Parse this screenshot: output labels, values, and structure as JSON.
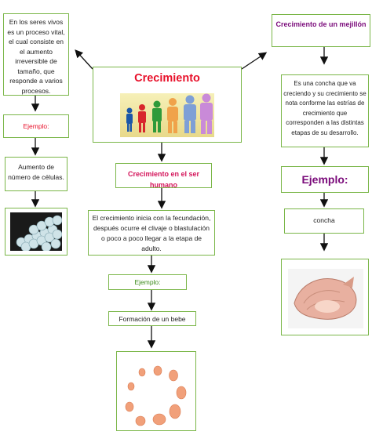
{
  "diagram": {
    "center": {
      "title": "Crecimiento"
    },
    "left": {
      "definition": "En los seres vivos es un proceso vital, el cual consiste en el aumento irreversible de tamaño, que responde a varios procesos.",
      "example_label": "Ejemplo:",
      "example_text": "Aumento de número de células."
    },
    "middle": {
      "title": "Crecimiento en el ser humano",
      "description": "El crecimiento inicia con la fecundación, después  ocurre el clivaje o blastulación o poco a poco llegar a la etapa de adulto.",
      "example_label": "Ejemplo:",
      "example_text": "Formación de un bebe"
    },
    "right": {
      "title": "Crecimiento de un mejillón",
      "description": "Es una concha que va creciendo y su crecimiento se nota conforme las estrías de crecimiento que corresponden a las distintas etapas de  su desarrollo.",
      "example_label": "Ejemplo:",
      "example_text": "concha"
    }
  },
  "colors": {
    "border": "#7ab648",
    "title_red": "#e8102a",
    "title_purple": "#7a0a7a",
    "subtitle_pink": "#d4145a"
  },
  "icons": [
    "people-growth-icon",
    "cells-icon",
    "embryo-icon",
    "shell-icon"
  ]
}
